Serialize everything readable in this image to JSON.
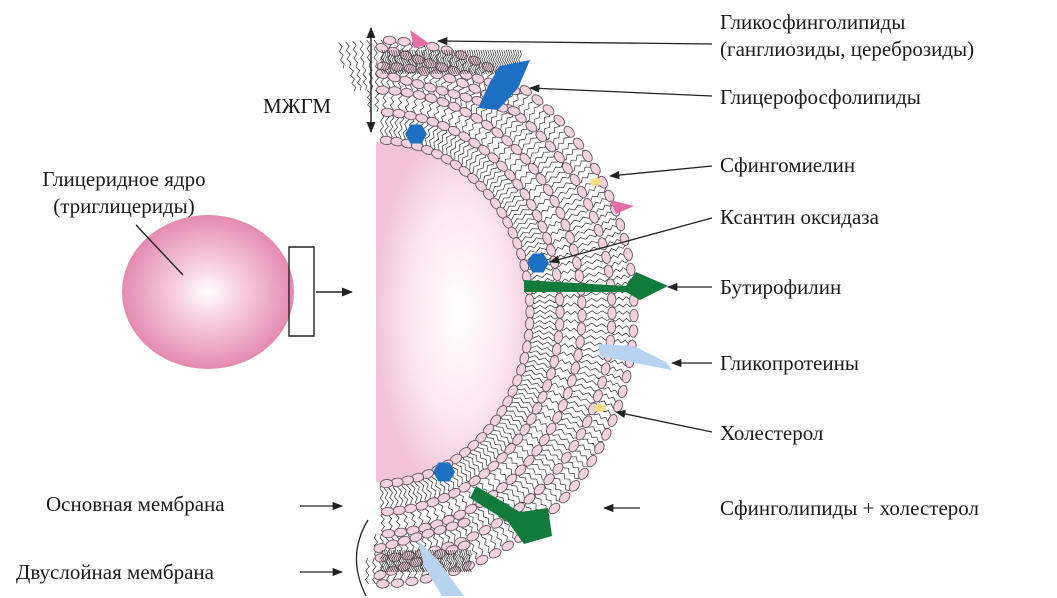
{
  "labels": {
    "mzhgm": "МЖГМ",
    "core_line1": "Глицеридное ядро",
    "core_line2": "(триглицериды)",
    "glycosph_line1": "Гликосфинголипиды",
    "glycosph_line2": "(ганглиозиды, цереброзиды)",
    "glycerophos": "Глицерофосфолипиды",
    "sphingomyelin": "Сфингомиелин",
    "xanthine": "Ксантин оксидаза",
    "butyrophilin": "Бутирофилин",
    "glycoproteins": "Гликопротеины",
    "cholesterol": "Холестерол",
    "sphingo_chol": "Сфинголипиды + холестерол",
    "main_membrane": "Основная мембрана",
    "bilayer_membrane": "Двуслойная мембрана"
  },
  "colors": {
    "head_fill": "#f4d3e0",
    "head_stroke": "#6b5560",
    "tail": "#333333",
    "core_pink": "#e48ab2",
    "xanthine_blue": "#1d6fc4",
    "butyrophilin_green": "#117a3d",
    "glycosphingolipid_pink": "#e76fa5",
    "glycoprotein_lightblue": "#b8d3ef",
    "cholesterol_yellow": "#f6dd86",
    "line": "#222222"
  }
}
